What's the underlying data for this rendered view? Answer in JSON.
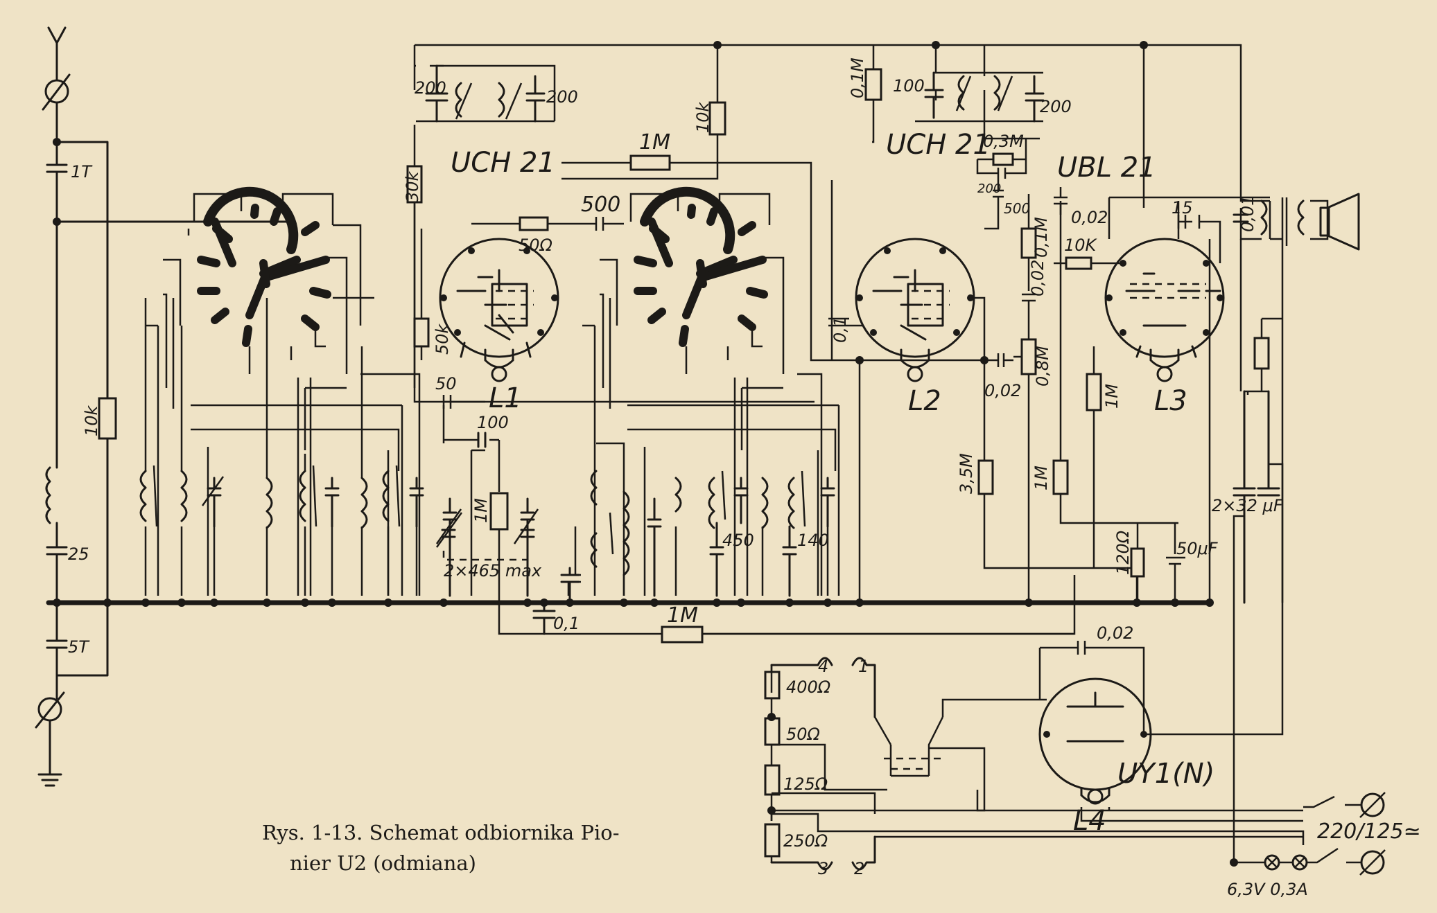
{
  "caption": {
    "line1": "Rys. 1-13. Schemat odbiornika Pio-",
    "line2": "nier U2 (odmiana)"
  },
  "tubes": [
    {
      "name": "UCH 21",
      "ref": "L1"
    },
    {
      "name": "UCH 21",
      "ref": "L2"
    },
    {
      "name": "UBL 21",
      "ref": "L3"
    },
    {
      "name": "UY1(N)",
      "ref": "L4"
    }
  ],
  "labels": {
    "ant_cap1": "1T",
    "ant_cap2": "25",
    "ant_cap3": "5T",
    "ant_res": "10k",
    "r_30k": "30k",
    "r_50k": "50k",
    "r_50ohm": "50Ω",
    "r_10k_top": "10k",
    "r_1M_grid": "1M",
    "c_200_a": "200",
    "c_200_b": "200",
    "c_500": "500",
    "c_50": "50",
    "c_100": "100",
    "r_1M_mid": "1M",
    "c_2x465": "2×465 max",
    "c_01_bus": "0,1",
    "r_1M_bus": "1M",
    "c_450": "450",
    "c_140": "140",
    "c_01_mid": "0,1",
    "r_01M_top": "0,1M",
    "c_100_if2": "100",
    "c_200_if2": "200",
    "r_03M": "0,3M",
    "c_200_small": "200",
    "c_500_b": "500",
    "c_002_a": "0,02",
    "r_01M_b": "0,1M",
    "r_10K_b": "10K",
    "c_002_b": "0,02",
    "c_002_c": "0,02",
    "r_08M": "0,8M",
    "r_1M_c": "1M",
    "r_35M": "3,5M",
    "r_1M_d": "1M",
    "r_120ohm": "120Ω",
    "c_50uF": "50μF",
    "c_15": "15",
    "c_001": "0,01",
    "c_2x32": "2×32 μF",
    "c_002_rect": "0,02",
    "r_400": "400Ω",
    "r_50": "50Ω",
    "r_125": "125Ω",
    "r_250": "250Ω",
    "tap_4": "4",
    "tap_1": "1",
    "tap_3": "3",
    "tap_2": "2",
    "mains": "220/125≃",
    "lamps": "6,3V  0,3A"
  }
}
